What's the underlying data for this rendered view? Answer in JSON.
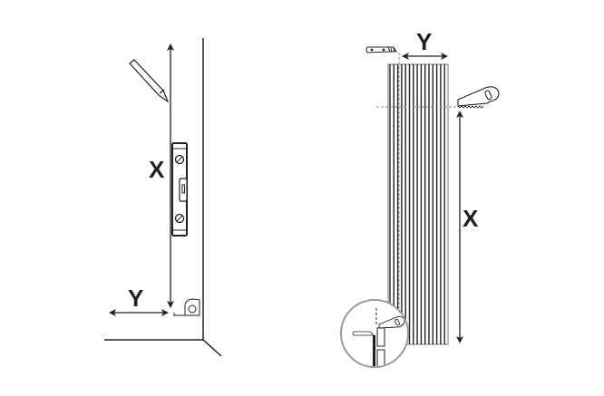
{
  "labels": {
    "left_x": "X",
    "left_y": "Y",
    "right_x": "X",
    "right_y": "Y"
  },
  "icons": [
    "pencil-icon",
    "spirit-level-icon",
    "tape-measure-icon",
    "utility-knife-icon",
    "hand-saw-icon",
    "detail-magnifier"
  ],
  "colors": {
    "ink": "#231f20",
    "dash": "#8a8a8a",
    "circle": "#9a9a9a"
  }
}
